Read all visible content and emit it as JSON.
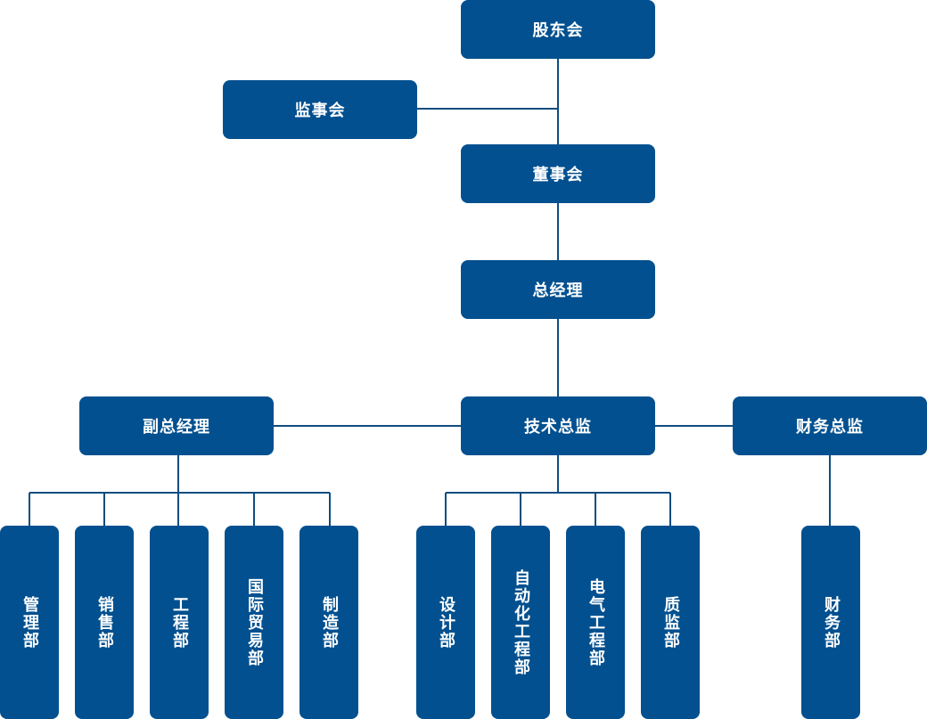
{
  "org": {
    "top": {
      "shareholders": "股东会",
      "supervisors": "监事会",
      "board": "董事会",
      "general_manager": "总经理"
    },
    "executives": {
      "deputy_gm": "副总经理",
      "tech_director": "技术总监",
      "finance_director": "财务总监"
    },
    "departments": {
      "management": "管理部",
      "sales": "销售部",
      "engineering": "工程部",
      "international_trade": "国际贸易部",
      "manufacturing": "制造部",
      "design": "设计部",
      "automation_engineering": "自动化工程部",
      "electrical_engineering": "电气工程部",
      "quality_supervision": "质监部",
      "finance": "财务部"
    }
  },
  "colors": {
    "node_fill": "#02508f",
    "connector": "#0e4d80",
    "text": "#ffffff"
  }
}
